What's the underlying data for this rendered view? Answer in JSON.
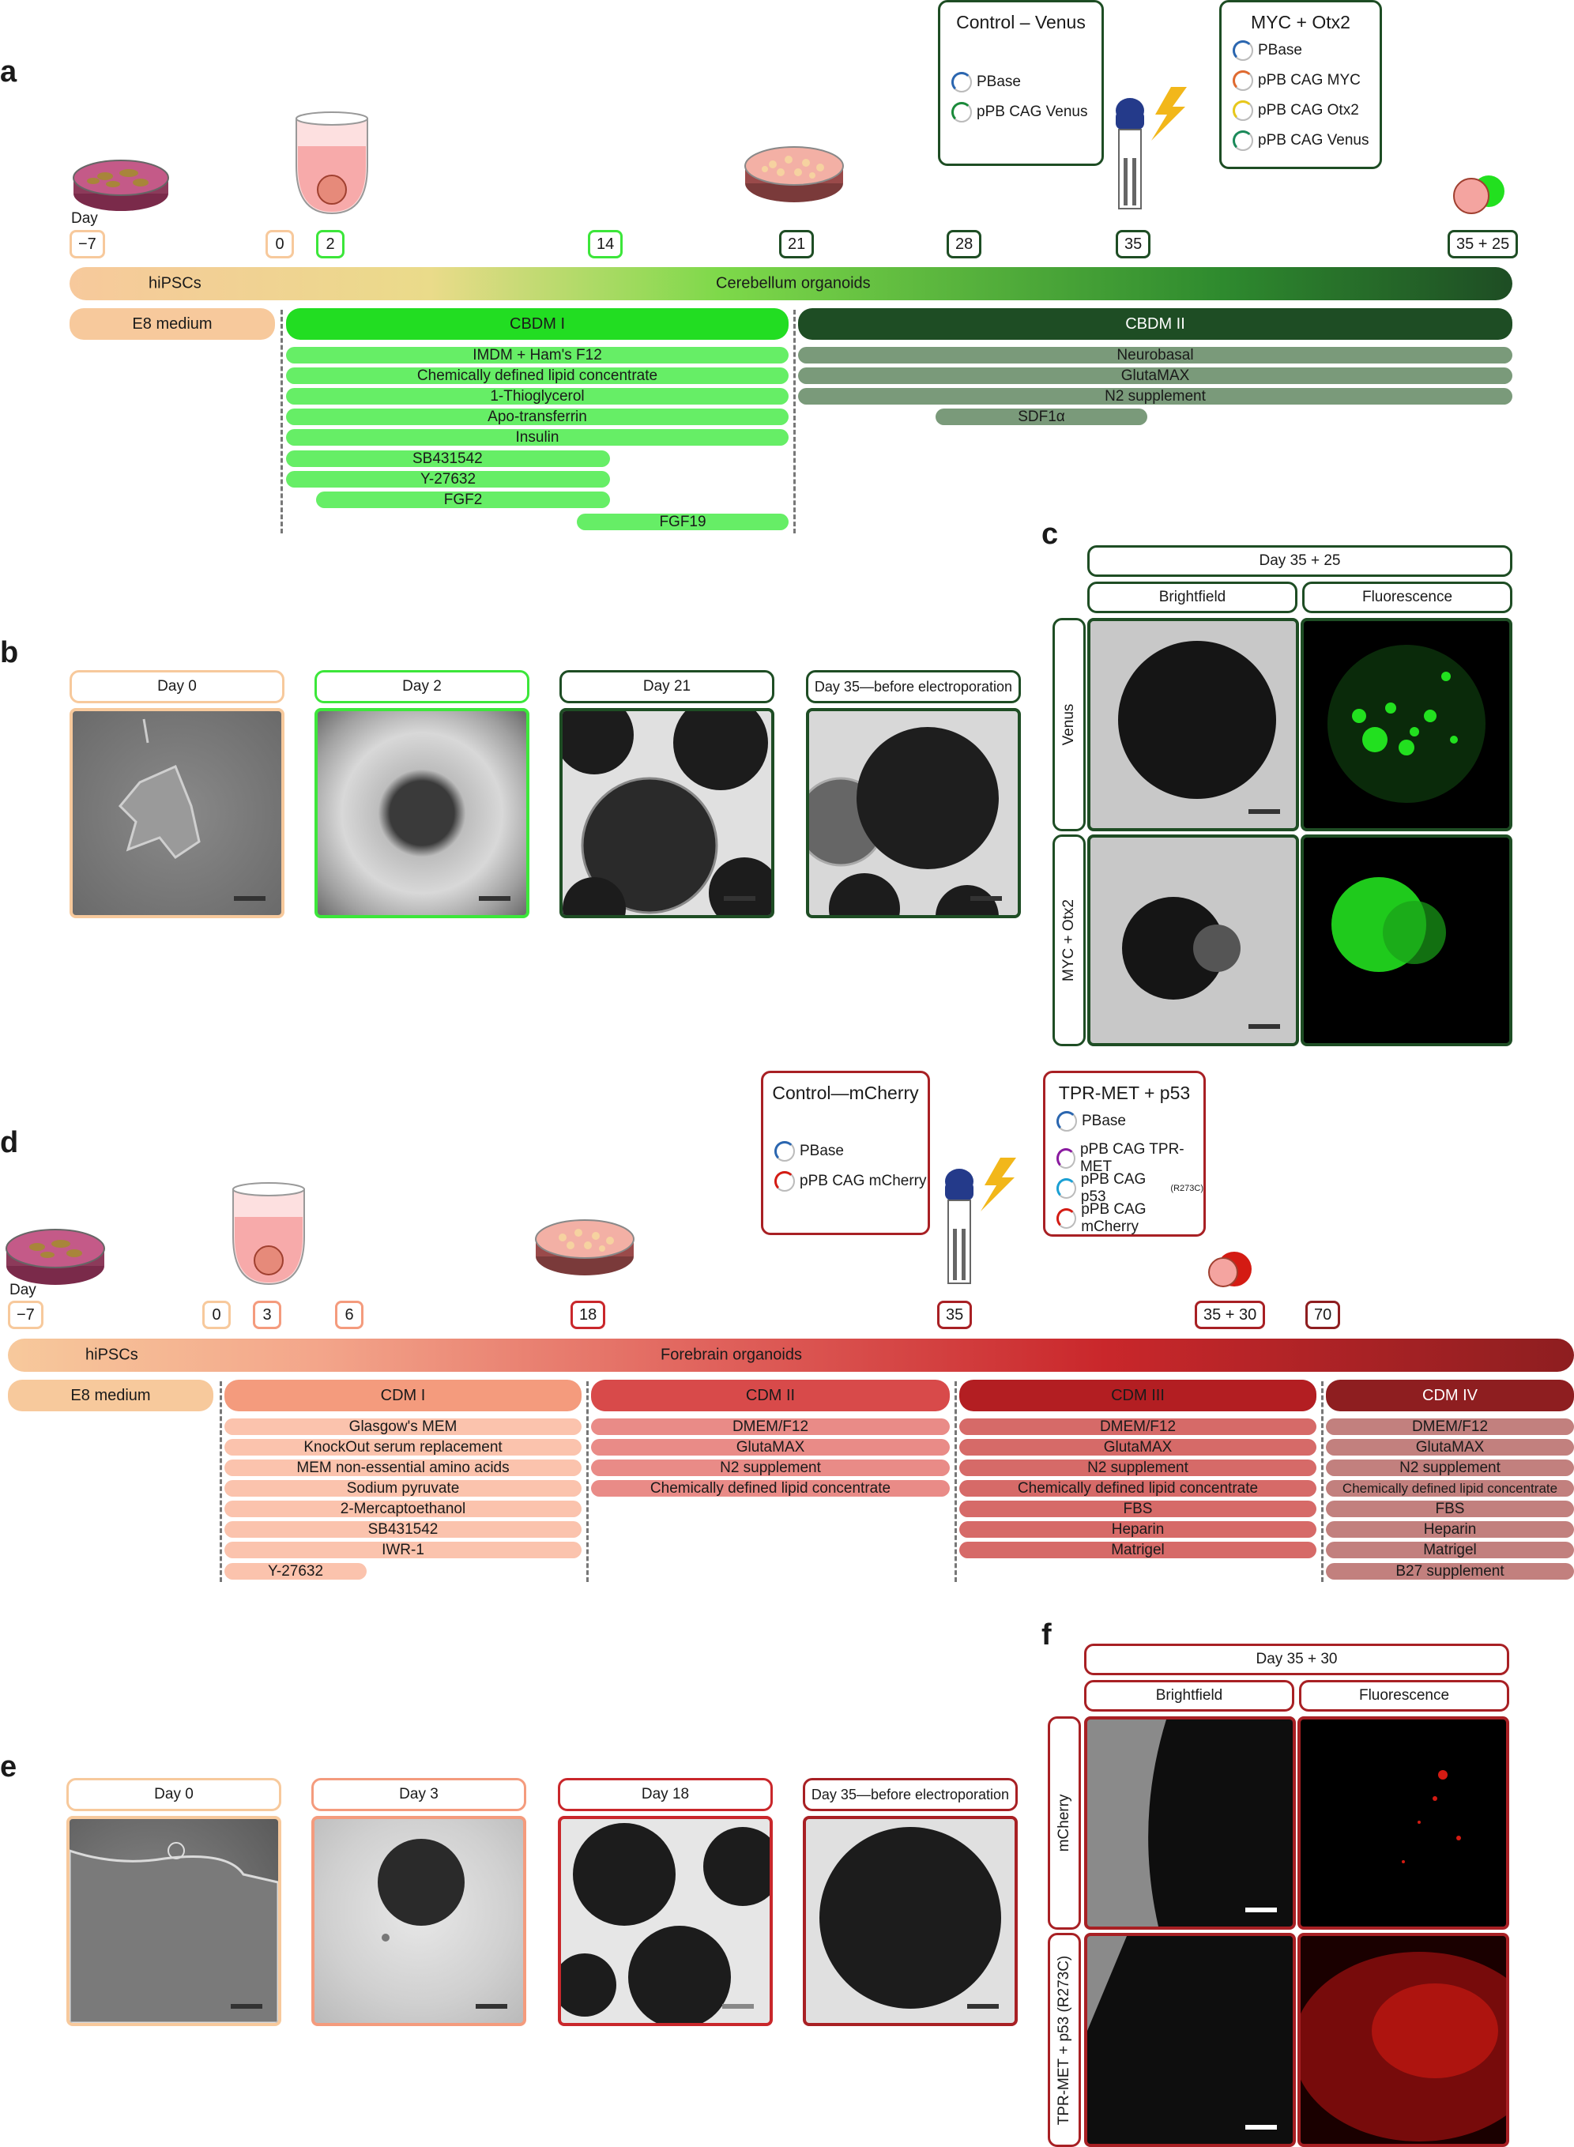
{
  "panel_letters": {
    "a": "a",
    "b": "b",
    "c": "c",
    "d": "d",
    "e": "e",
    "f": "f"
  },
  "colors": {
    "peach": "#f7c99c",
    "green_light": "#3ce63a",
    "green_dark": "#1e4d24",
    "red_dark": "#8e1e20",
    "red_mid": "#c9272b",
    "salmon": "#f49b7d",
    "venus": "#22e01f",
    "mcherry": "#d41b13"
  },
  "a": {
    "day_prefix": "Day",
    "days": [
      "−7",
      "0",
      "2",
      "14",
      "21",
      "28",
      "35",
      "35 + 25"
    ],
    "bar_left": "hiPSCs",
    "bar_center": "Cerebellum organoids",
    "e8": "E8 medium",
    "cbdm1": "CBDM I",
    "cbdm2": "CBDM II",
    "cbdm1_components": [
      "IMDM + Ham's F12",
      "Chemically defined lipid concentrate",
      "1-Thioglycerol",
      "Apo-transferrin",
      "Insulin",
      "SB431542",
      "Y-27632",
      "FGF2",
      "FGF19"
    ],
    "cbdm2_components": [
      "Neurobasal",
      "GlutaMAX",
      "N2 supplement",
      "SDF1α"
    ],
    "control_box": {
      "title": "Control – Venus",
      "items": [
        "PBase",
        "pPB CAG Venus"
      ]
    },
    "tumor_box": {
      "title": "MYC + Otx2",
      "items": [
        "PBase",
        "pPB CAG MYC",
        "pPB CAG Otx2",
        "pPB CAG Venus"
      ]
    }
  },
  "b": {
    "labels": [
      "Day 0",
      "Day 2",
      "Day 21",
      "Day 35—before electroporation"
    ]
  },
  "c": {
    "header": "Day 35 + 25",
    "col1": "Brightfield",
    "col2": "Fluorescence",
    "row1": "Venus",
    "row2": "MYC + Otx2"
  },
  "d": {
    "day_prefix": "Day",
    "days": [
      "−7",
      "0",
      "3",
      "6",
      "18",
      "35",
      "35 + 30",
      "70"
    ],
    "bar_left": "hiPSCs",
    "bar_center": "Forebrain organoids",
    "e8": "E8 medium",
    "cdm1": "CDM I",
    "cdm2": "CDM II",
    "cdm3": "CDM III",
    "cdm4": "CDM IV",
    "cdm1_components": [
      "Glasgow's MEM",
      "KnockOut serum replacement",
      "MEM non-essential amino acids",
      "Sodium pyruvate",
      "2-Mercaptoethanol",
      "SB431542",
      "IWR-1",
      "Y-27632"
    ],
    "cdm2_components": [
      "DMEM/F12",
      "GlutaMAX",
      "N2 supplement",
      "Chemically defined lipid concentrate"
    ],
    "cdm3_components": [
      "DMEM/F12",
      "GlutaMAX",
      "N2 supplement",
      "Chemically defined lipid concentrate",
      "FBS",
      "Heparin",
      "Matrigel"
    ],
    "cdm4_components": [
      "DMEM/F12",
      "GlutaMAX",
      "N2 supplement",
      "Chemically defined lipid concentrate",
      "FBS",
      "Heparin",
      "Matrigel",
      "B27 supplement"
    ],
    "control_box": {
      "title": "Control—mCherry",
      "items": [
        "PBase",
        "pPB CAG mCherry"
      ]
    },
    "tumor_box": {
      "title": "TPR-MET + p53",
      "items": [
        "PBase",
        "pPB CAG TPR-MET",
        "pPB CAG p53",
        "pPB CAG mCherry"
      ],
      "p53_sup": "(R273C)"
    }
  },
  "e": {
    "labels": [
      "Day 0",
      "Day 3",
      "Day 18",
      "Day 35—before electroporation"
    ]
  },
  "f": {
    "header": "Day 35 + 30",
    "col1": "Brightfield",
    "col2": "Fluorescence",
    "row1": "mCherry",
    "row2": "TPR-MET + p53 (R273C)"
  }
}
